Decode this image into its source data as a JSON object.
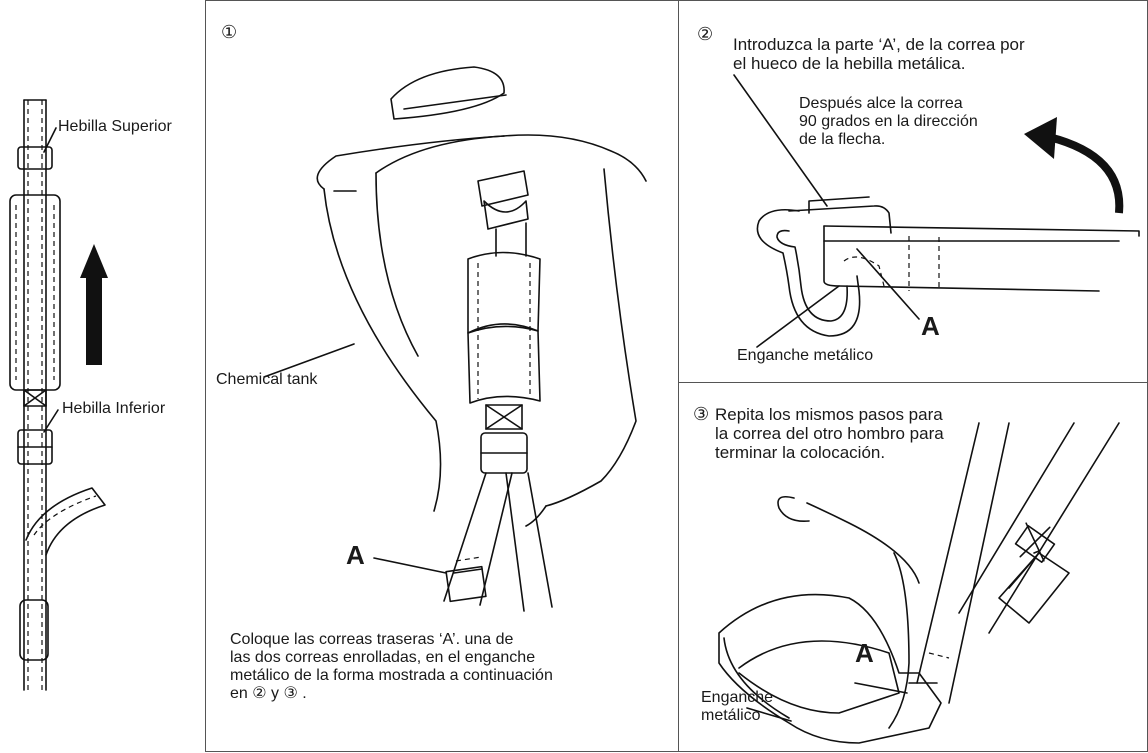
{
  "left_strap": {
    "upper_buckle_label": "Hebilla Superior",
    "lower_buckle_label": "Hebilla Inferior"
  },
  "step1": {
    "number": "①",
    "tank_label": "Chemical tank",
    "strap_label": "A",
    "instructions": "Coloque las correas traseras ‘A’. una de\nlas dos correas enrolladas, en el enganche\nmetálico de la forma mostrada a continuación\nen ② y ③ ."
  },
  "step2": {
    "number": "②",
    "instructions": "Introduzca la parte ‘A’, de la correa por\nel hueco de la hebilla metálica.",
    "sub_instructions": "Después alce la correa\n90 grados en la dirección\nde la flecha.",
    "strap_label": "A",
    "hook_label": "Enganche metálico"
  },
  "step3": {
    "number": "③",
    "instructions": "Repita los mismos pasos para\nla correa del otro hombro para\nterminar la colocación.",
    "strap_label": "A",
    "hook_label": "Enganche\nmetálico"
  }
}
